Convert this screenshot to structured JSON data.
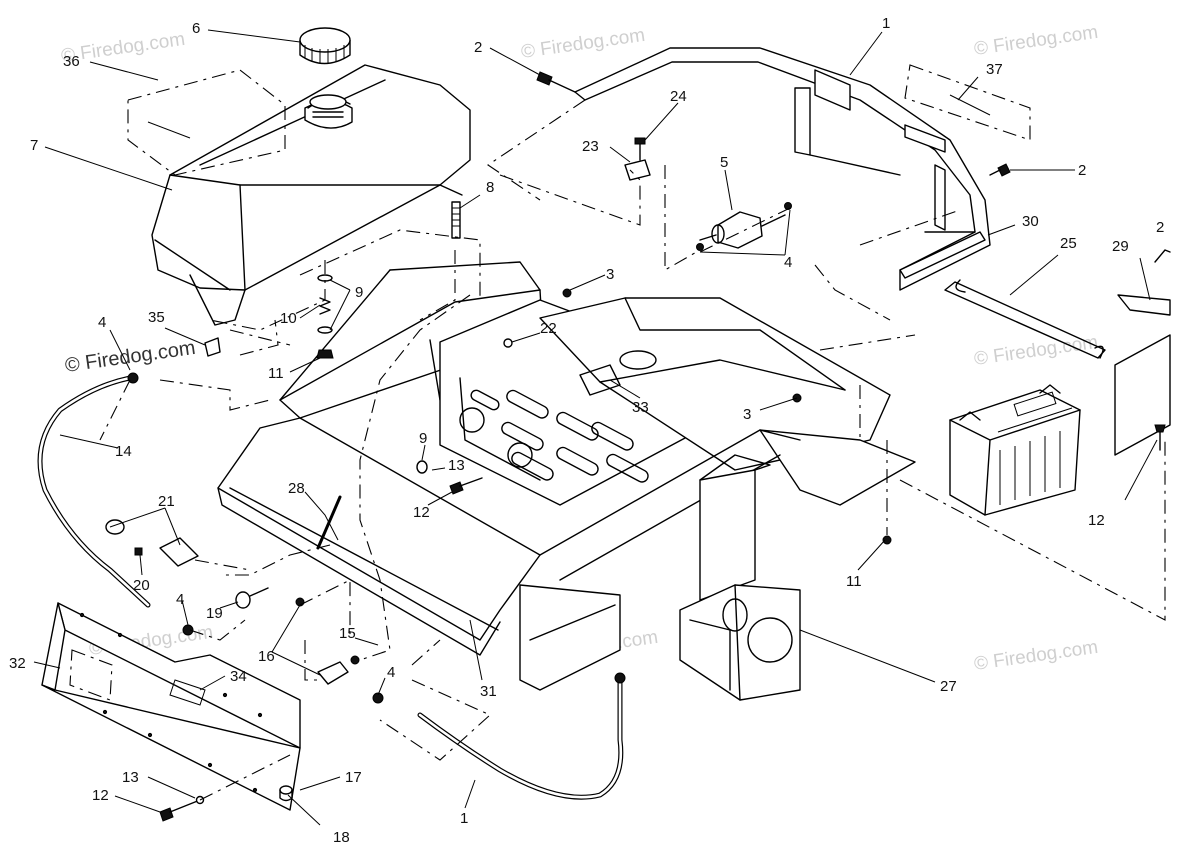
{
  "watermark": "© Firedog.com",
  "callouts": [
    {
      "id": "c1a",
      "label": "1"
    },
    {
      "id": "c1b",
      "label": "1"
    },
    {
      "id": "c2a",
      "label": "2"
    },
    {
      "id": "c2b",
      "label": "2"
    },
    {
      "id": "c2c",
      "label": "2"
    },
    {
      "id": "c3a",
      "label": "3"
    },
    {
      "id": "c3b",
      "label": "3"
    },
    {
      "id": "c4a",
      "label": "4"
    },
    {
      "id": "c4b",
      "label": "4"
    },
    {
      "id": "c4c",
      "label": "4"
    },
    {
      "id": "c4d",
      "label": "4"
    },
    {
      "id": "c5",
      "label": "5"
    },
    {
      "id": "c6",
      "label": "6"
    },
    {
      "id": "c7",
      "label": "7"
    },
    {
      "id": "c8",
      "label": "8"
    },
    {
      "id": "c9a",
      "label": "9"
    },
    {
      "id": "c9b",
      "label": "9"
    },
    {
      "id": "c10",
      "label": "10"
    },
    {
      "id": "c11a",
      "label": "11"
    },
    {
      "id": "c11b",
      "label": "11"
    },
    {
      "id": "c12a",
      "label": "12"
    },
    {
      "id": "c12b",
      "label": "12"
    },
    {
      "id": "c12c",
      "label": "12"
    },
    {
      "id": "c13a",
      "label": "13"
    },
    {
      "id": "c13b",
      "label": "13"
    },
    {
      "id": "c14",
      "label": "14"
    },
    {
      "id": "c15",
      "label": "15"
    },
    {
      "id": "c16",
      "label": "16"
    },
    {
      "id": "c17",
      "label": "17"
    },
    {
      "id": "c18",
      "label": "18"
    },
    {
      "id": "c19",
      "label": "19"
    },
    {
      "id": "c20",
      "label": "20"
    },
    {
      "id": "c21",
      "label": "21"
    },
    {
      "id": "c22",
      "label": "22"
    },
    {
      "id": "c23",
      "label": "23"
    },
    {
      "id": "c24",
      "label": "24"
    },
    {
      "id": "c25",
      "label": "25"
    },
    {
      "id": "c27",
      "label": "27"
    },
    {
      "id": "c28",
      "label": "28"
    },
    {
      "id": "c29",
      "label": "29"
    },
    {
      "id": "c30",
      "label": "30"
    },
    {
      "id": "c31",
      "label": "31"
    },
    {
      "id": "c32",
      "label": "32"
    },
    {
      "id": "c33",
      "label": "33"
    },
    {
      "id": "c34",
      "label": "34"
    },
    {
      "id": "c35",
      "label": "35"
    },
    {
      "id": "c36",
      "label": "36"
    },
    {
      "id": "c37",
      "label": "37"
    }
  ]
}
